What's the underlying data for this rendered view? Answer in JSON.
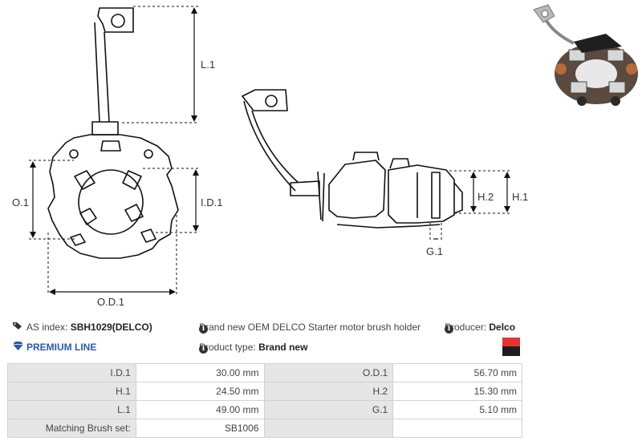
{
  "drawing": {
    "dim_labels": {
      "l1": "L.1",
      "o1": "O.1",
      "id1": "I.D.1",
      "od1": "O.D.1",
      "h2": "H.2",
      "h1": "H.1",
      "g1": "G.1"
    }
  },
  "info": {
    "as_index_label": "AS index:",
    "as_index_value": "SBH1029(DELCO)",
    "description": "Brand new OEM DELCO Starter motor brush holder",
    "producer_label": "Producer:",
    "producer_value": "Delco",
    "premium_line": "PREMIUM LINE",
    "product_type_label": "Product type:",
    "product_type_value": "Brand new"
  },
  "colors": {
    "premium": "#2a5aa8",
    "swatch_top": "#e53232",
    "swatch_bottom": "#1e1e1e",
    "key_cell_bg": "#e6e6e6"
  },
  "icons": [
    "tags-icon",
    "diamond-icon",
    "info-icon"
  ],
  "specs": [
    {
      "k1": "I.D.1",
      "v1": "30.00 mm",
      "k2": "O.D.1",
      "v2": "56.70 mm"
    },
    {
      "k1": "H.1",
      "v1": "24.50 mm",
      "k2": "H.2",
      "v2": "15.30 mm"
    },
    {
      "k1": "L.1",
      "v1": "49.00 mm",
      "k2": "G.1",
      "v2": "5.10 mm"
    },
    {
      "k1": "Matching Brush set:",
      "v1": "SB1006",
      "k2": "",
      "v2": ""
    }
  ]
}
